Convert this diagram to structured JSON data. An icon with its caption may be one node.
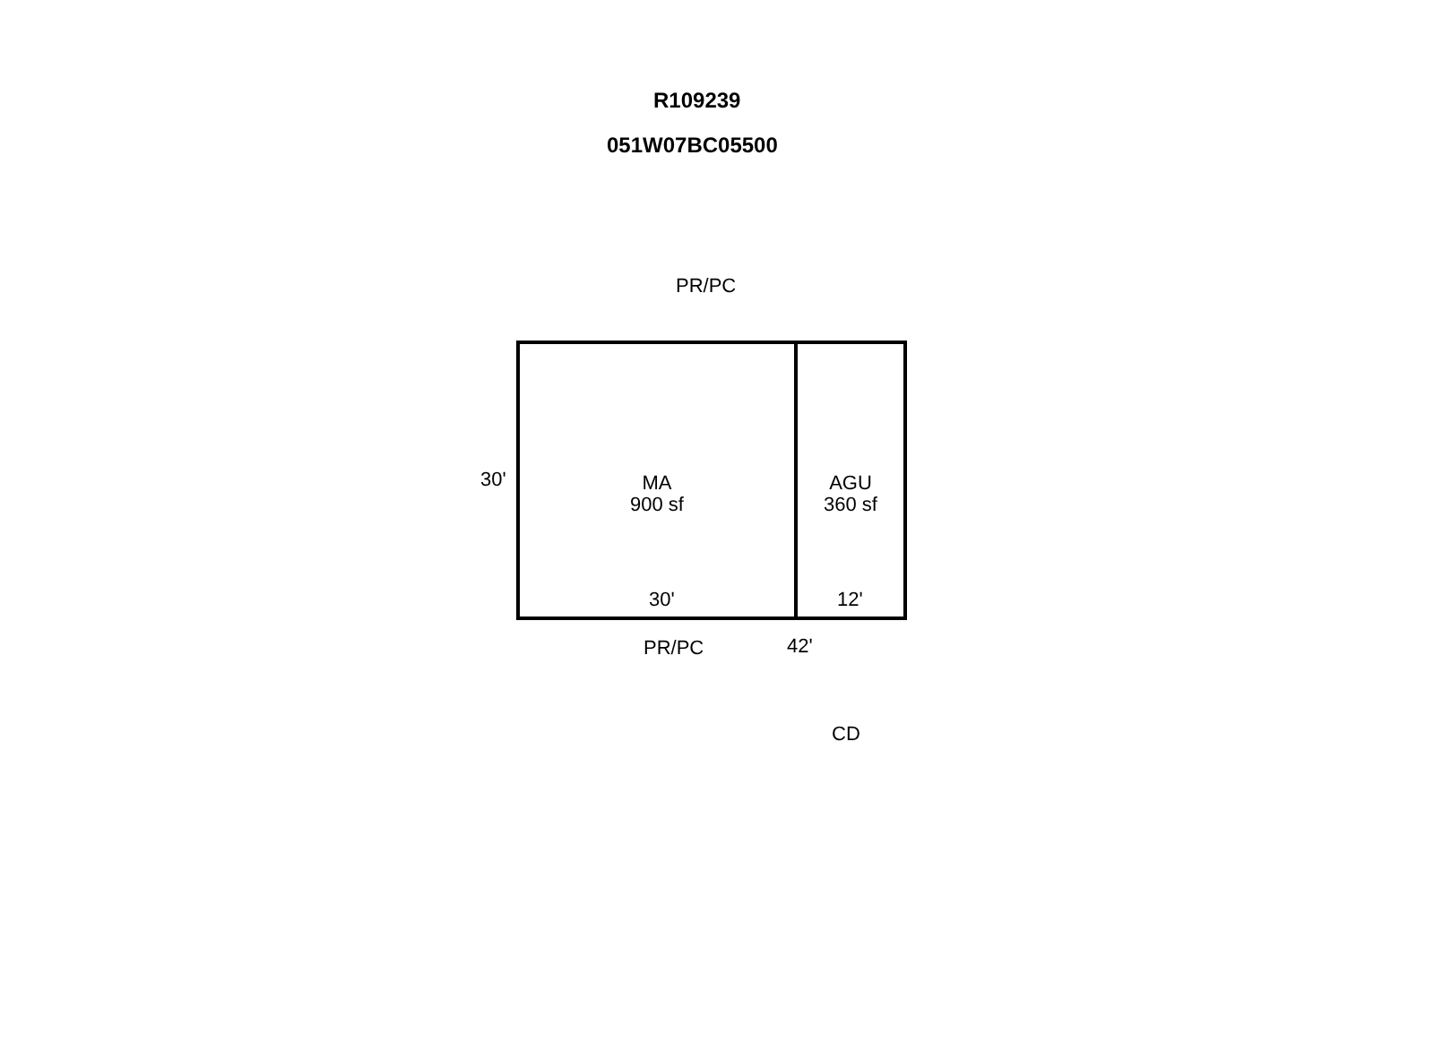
{
  "diagram": {
    "title": "R109239",
    "nodes": [
      {
        "text": [
          "MA",
          "900 sf"
        ]
      },
      {
        "text": [
          "AGU",
          "360 sf"
        ]
      }
    ],
    "edges": [],
    "labels": [
      "051W07BC05500",
      "PR/PC",
      "30'",
      "30'",
      "12'",
      "PR/PC",
      "42'",
      "CD"
    ]
  }
}
